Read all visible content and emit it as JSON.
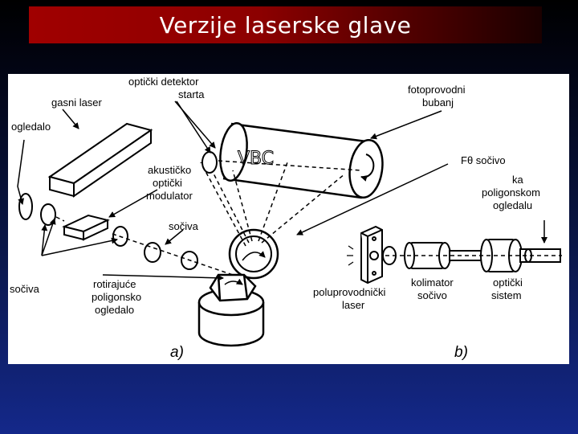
{
  "title": "Verzije laserske glave",
  "figure": {
    "panel_a_label": "a)",
    "panel_b_label": "b)",
    "drum_marks": "VBC",
    "labels": {
      "gasni_laser": "gasni laser",
      "ogledalo": "ogledalo",
      "opticki_detektor_1": "optički detektor",
      "opticki_detektor_2": "starta",
      "fotoprovodni_1": "fotoprovodni",
      "fotoprovodni_2": "bubanj",
      "akusticko_1": "akustičko",
      "akusticko_2": "optički",
      "akusticko_3": "modulator",
      "f_theta": "Fθ sočivo",
      "ka_poligonskom_1": "ka",
      "ka_poligonskom_2": "poligonskom",
      "ka_poligonskom_3": "ogledalu",
      "sociva_upper": "sočiva",
      "sociva_left": "sočiva",
      "rotirajuce_1": "rotirajuće",
      "rotirajuce_2": "poligonsko",
      "rotirajuce_3": "ogledalo",
      "poluprovodnicki_1": "poluprovodnički",
      "poluprovodnicki_2": "laser",
      "kolimator_1": "kolimator",
      "kolimator_2": "sočivo",
      "opticki_sistem_1": "optički",
      "opticki_sistem_2": "sistem"
    }
  }
}
